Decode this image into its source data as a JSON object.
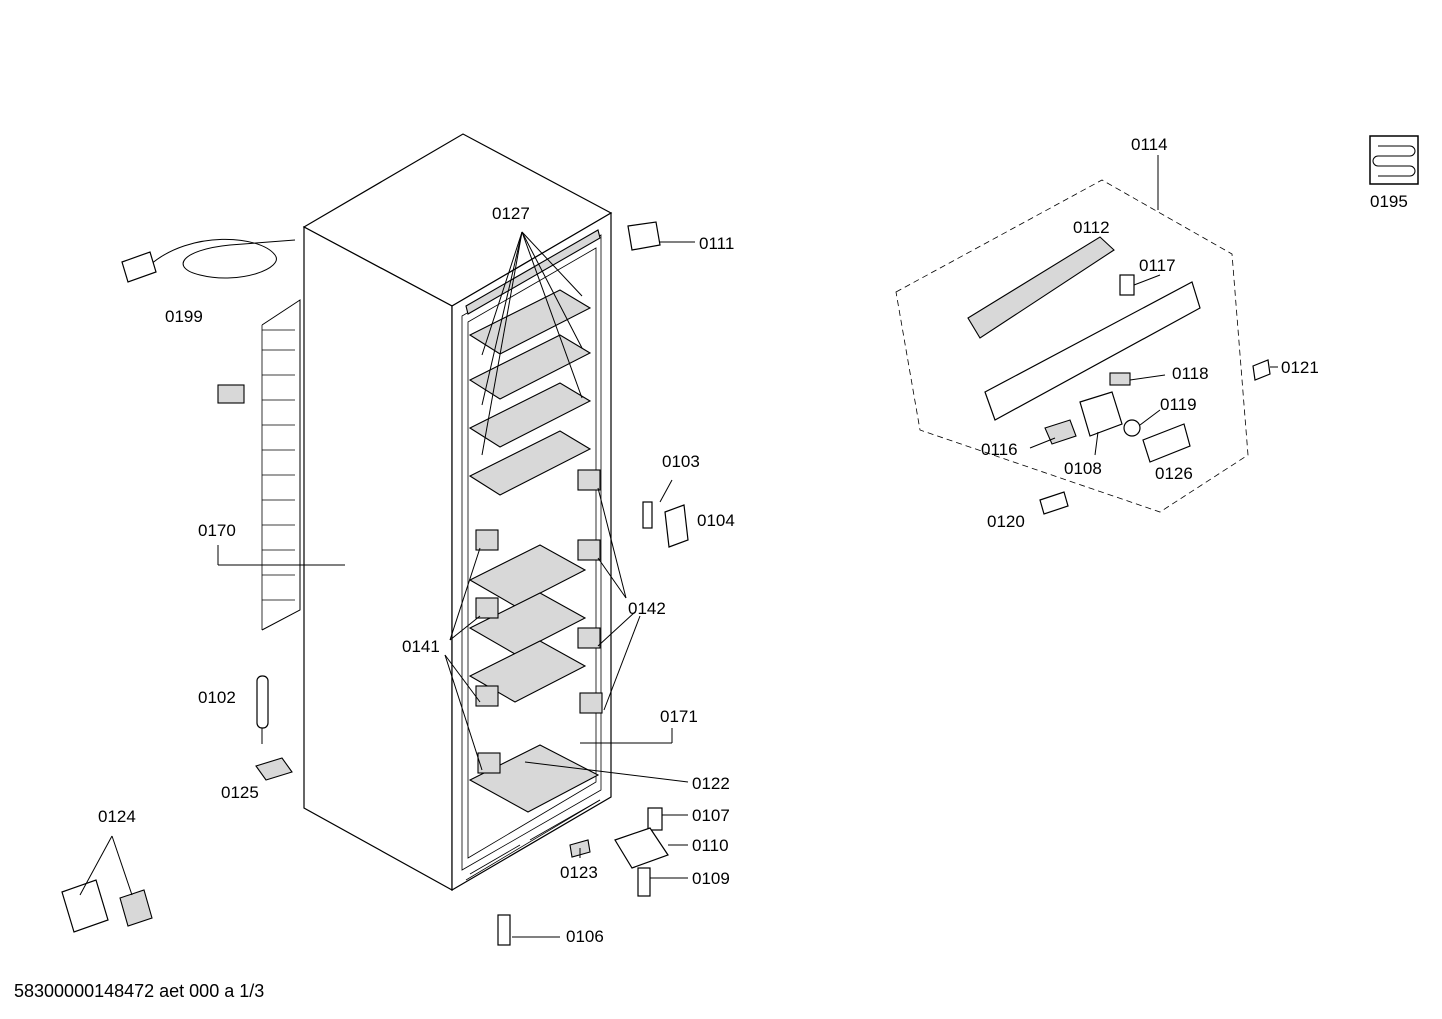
{
  "labels": {
    "p0199": "0199",
    "p0170": "0170",
    "p0102": "0102",
    "p0125": "0125",
    "p0124": "0124",
    "p0127": "0127",
    "p0111": "0111",
    "p0103": "0103",
    "p0104": "0104",
    "p0142": "0142",
    "p0141": "0141",
    "p0171": "0171",
    "p0122": "0122",
    "p0107": "0107",
    "p0110": "0110",
    "p0109": "0109",
    "p0123": "0123",
    "p0106": "0106",
    "p0114": "0114",
    "p0112": "0112",
    "p0117": "0117",
    "p0118": "0118",
    "p0119": "0119",
    "p0121": "0121",
    "p0116": "0116",
    "p0108": "0108",
    "p0126": "0126",
    "p0120": "0120",
    "p0195": "0195"
  },
  "footer": {
    "document_id": "58300000148472 aet 000 a 1/3"
  }
}
